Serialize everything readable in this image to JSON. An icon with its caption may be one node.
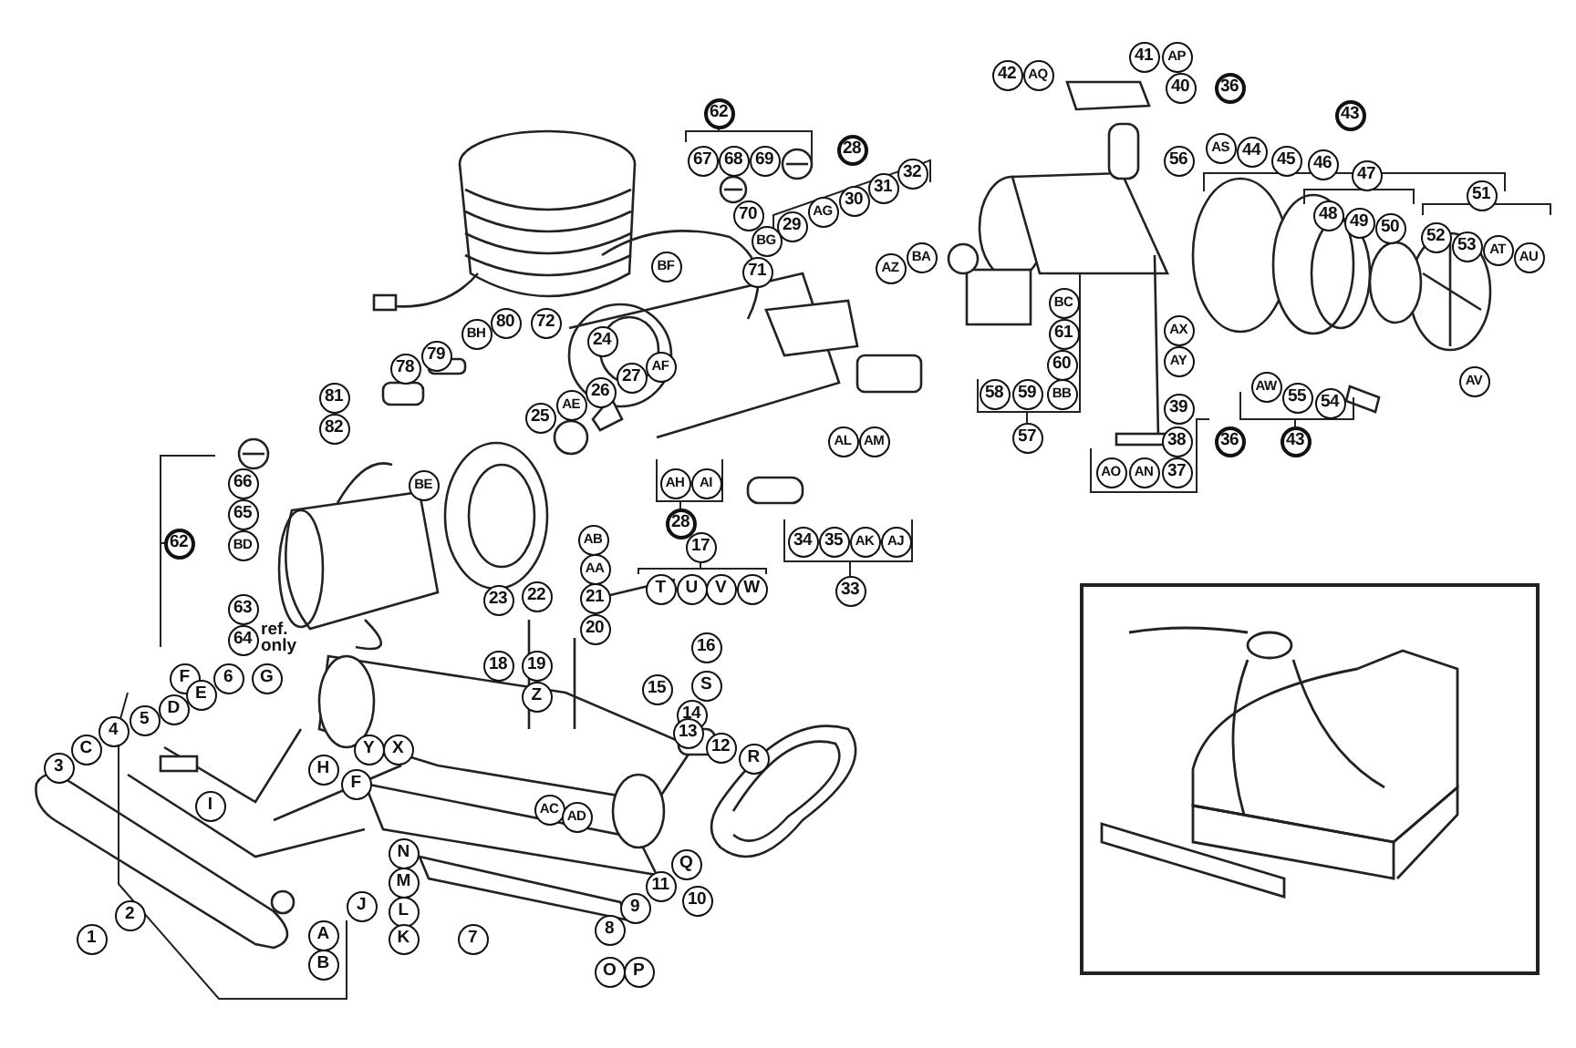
{
  "diagram": {
    "labels": [
      "41",
      "AP",
      "42",
      "AQ",
      "62",
      "40",
      "36",
      "43",
      "67",
      "68",
      "69",
      "AS",
      "44",
      "45",
      "46",
      "47",
      "51",
      "28",
      "32",
      "31",
      "30",
      "AG",
      "29",
      "56",
      "48",
      "49",
      "50",
      "52",
      "53",
      "AT",
      "AU",
      "70",
      "BF",
      "71",
      "BG",
      "AZ",
      "BA",
      "BH",
      "BC",
      "61",
      "60",
      "AX",
      "AY",
      "80",
      "72",
      "79",
      "78",
      "24",
      "27",
      "AF",
      "26",
      "AE",
      "25",
      "81",
      "82",
      "AW",
      "55",
      "54",
      "AV",
      "AL",
      "AM",
      "58",
      "59",
      "BB",
      "57",
      "39",
      "38",
      "36",
      "43",
      "AO",
      "AN",
      "37",
      "AH",
      "AI",
      "28",
      "34",
      "35",
      "AK",
      "AJ",
      "33",
      "17",
      "T",
      "U",
      "V",
      "W",
      "66",
      "65",
      "BD",
      "62",
      "BE",
      "23",
      "22",
      "AB",
      "AA",
      "21",
      "20",
      "16",
      "63",
      "64",
      "ref. only",
      "18",
      "19",
      "Z",
      "15",
      "S",
      "14",
      "13",
      "12",
      "R",
      "F",
      "6",
      "G",
      "E",
      "D",
      "5",
      "4",
      "C",
      "3",
      "Y",
      "X",
      "H",
      "F",
      "I",
      "AC",
      "AD",
      "N",
      "M",
      "L",
      "K",
      "7",
      "Q",
      "11",
      "10",
      "9",
      "8",
      "J",
      "A",
      "B",
      "2",
      "1",
      "O",
      "P"
    ]
  }
}
